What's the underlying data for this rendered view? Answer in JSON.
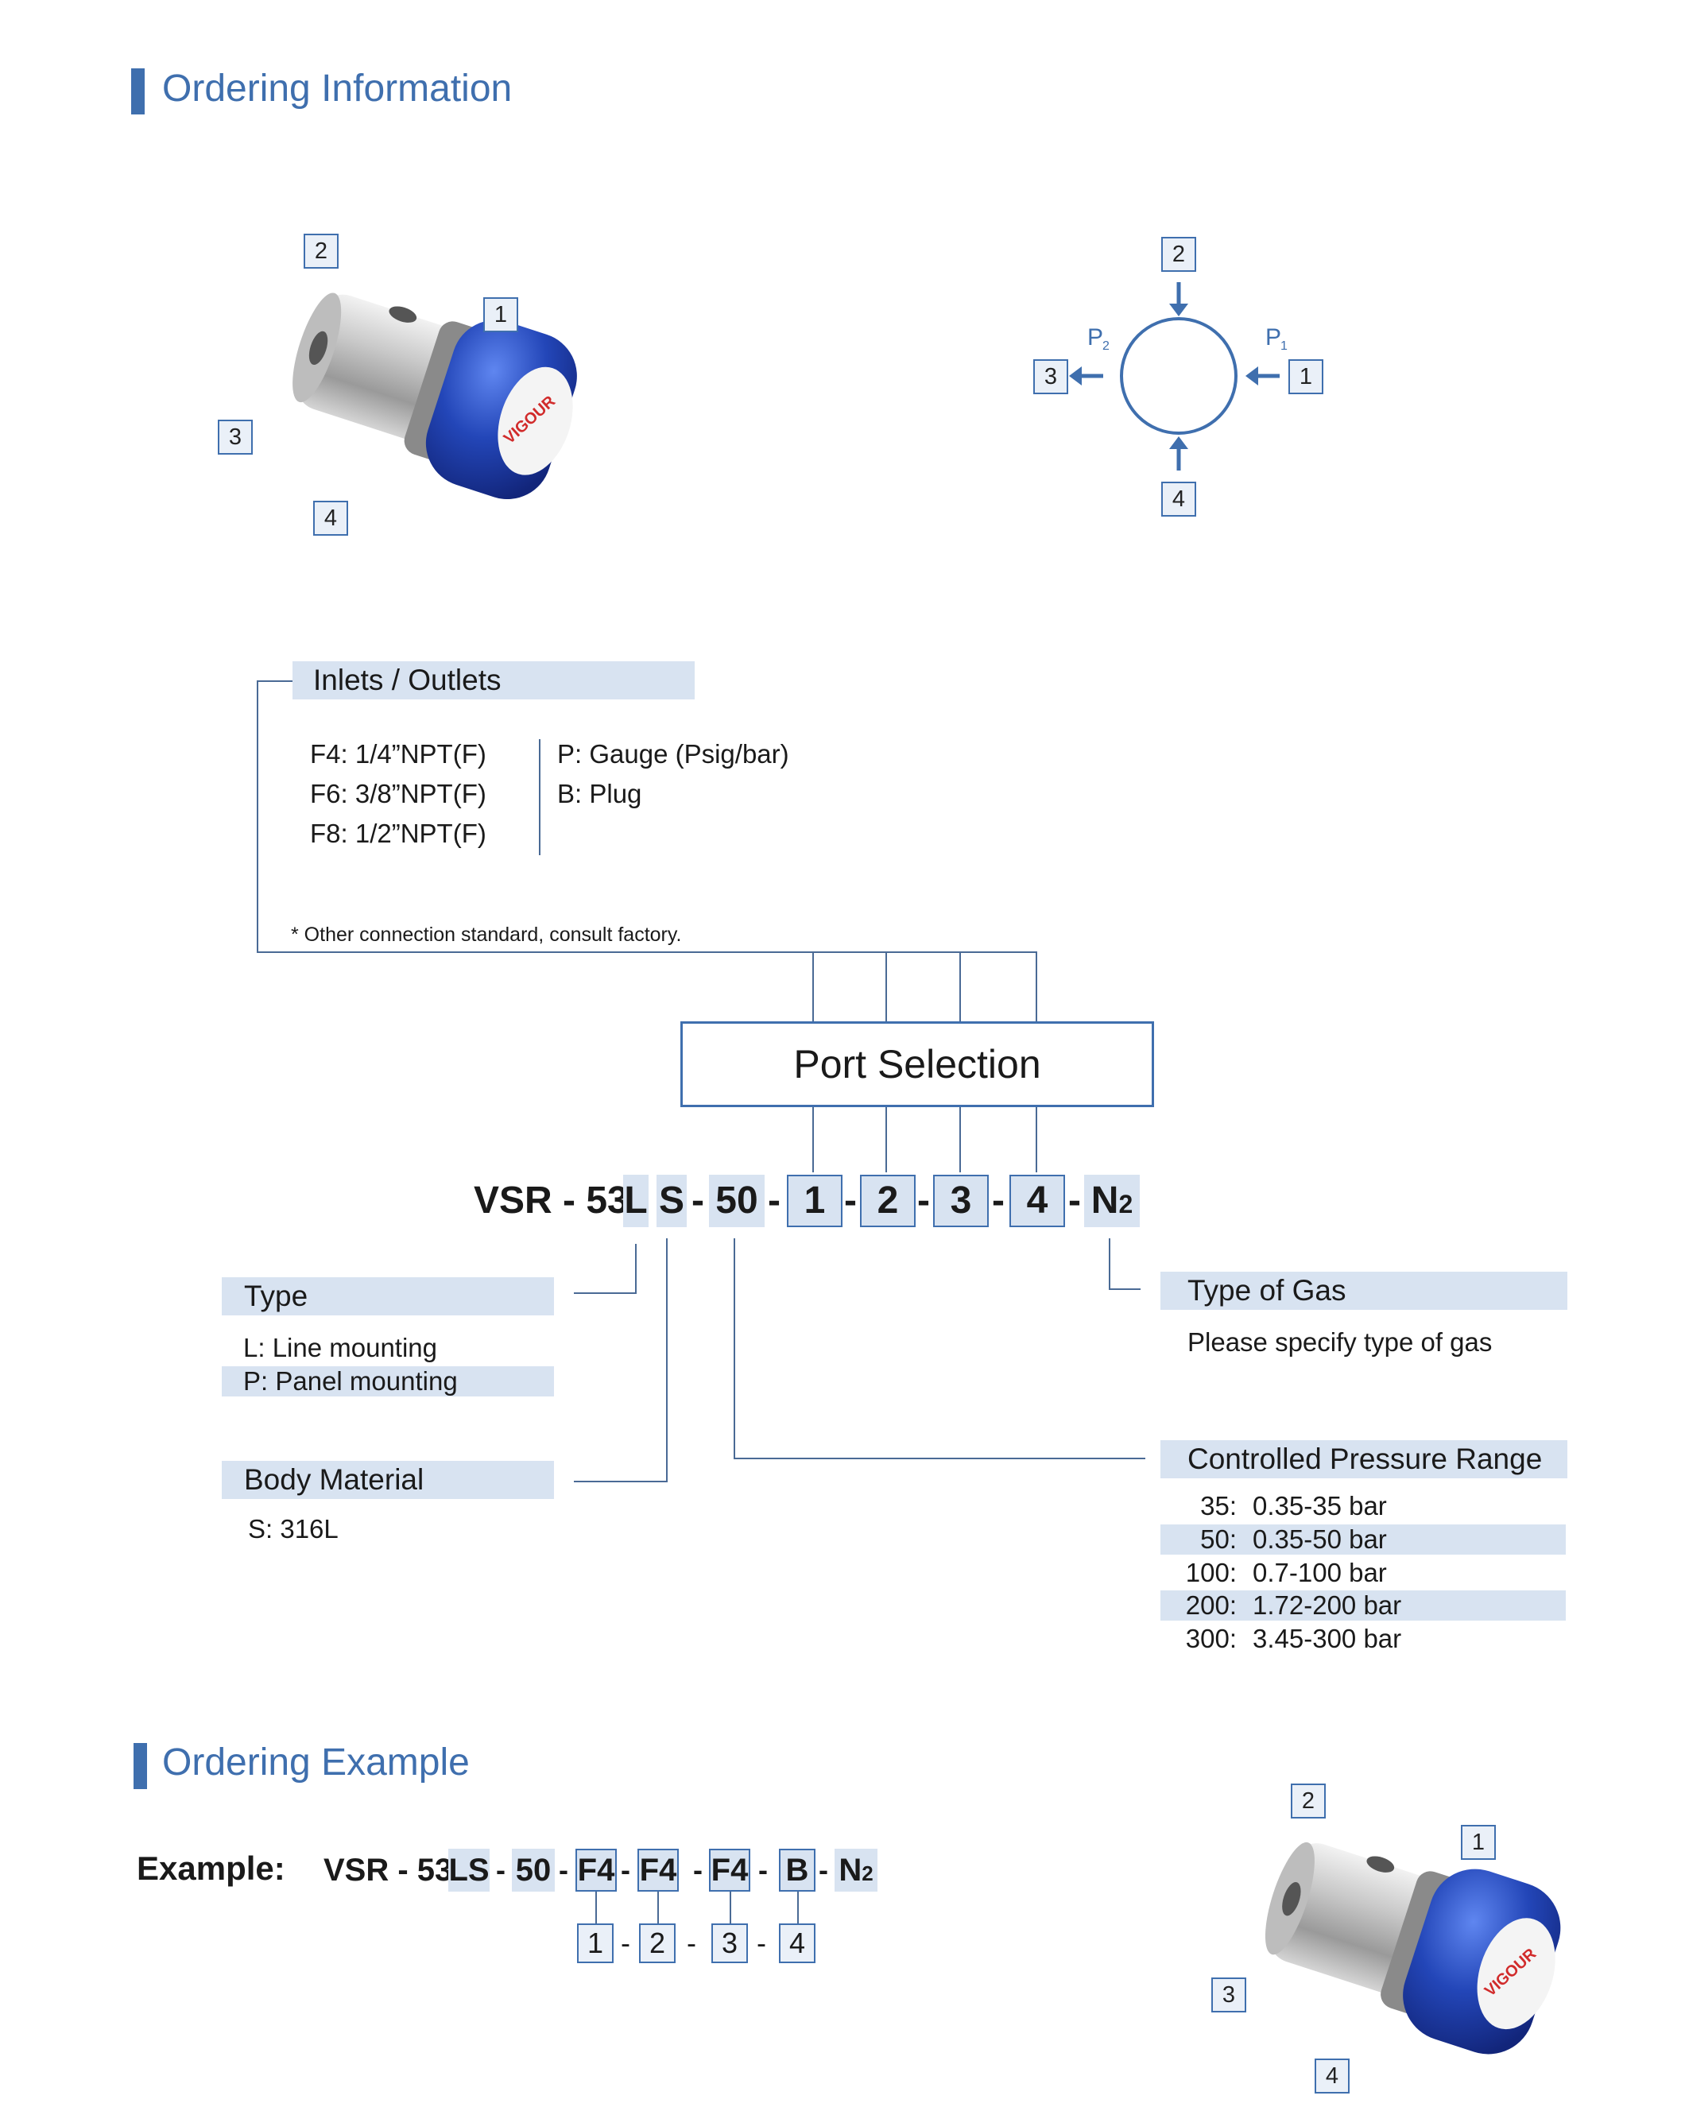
{
  "ordering_information": {
    "title": "Ordering Information"
  },
  "product_callouts": [
    "2",
    "1",
    "3",
    "4"
  ],
  "product_brand": "VIGOUR",
  "flow_diagram": {
    "top": "2",
    "right": "1",
    "left": "3",
    "bottom": "4",
    "p1_label": "P",
    "p1_sub": "1",
    "p2_label": "P",
    "p2_sub": "2"
  },
  "inlets_outlets": {
    "title": "Inlets / Outlets",
    "left_options": [
      "F4: 1/4”NPT(F)",
      "F6: 3/8”NPT(F)",
      "F8: 1/2”NPT(F)"
    ],
    "right_options": [
      "P: Gauge (Psig/bar)",
      "B: Plug"
    ],
    "note": "* Other connection standard, consult factory."
  },
  "port_selection": {
    "title": "Port Selection"
  },
  "model_code": {
    "prefix": "VSR - 53",
    "type": "L",
    "material": "S",
    "pressure": "50",
    "ports": [
      "1",
      "2",
      "3",
      "4"
    ],
    "gas": "N",
    "gas_sub": "2",
    "dash": "-"
  },
  "type": {
    "title": "Type",
    "options": [
      "L:  Line mounting",
      "P:  Panel mounting"
    ]
  },
  "body_material": {
    "title": "Body Material",
    "options": [
      "S: 316L"
    ]
  },
  "type_of_gas": {
    "title": "Type of Gas",
    "text": "Please specify type of gas"
  },
  "pressure_range": {
    "title": "Controlled Pressure Range",
    "rows": [
      {
        "code": "35:",
        "range": "0.35-35 bar"
      },
      {
        "code": "50:",
        "range": "0.35-50 bar"
      },
      {
        "code": "100:",
        "range": "0.7-100 bar"
      },
      {
        "code": "200:",
        "range": "1.72-200 bar"
      },
      {
        "code": "300:",
        "range": "3.45-300 bar"
      }
    ]
  },
  "ordering_example": {
    "title": "Ordering Example",
    "label": "Example:",
    "prefix": "VSR - 53",
    "type_material": "LS",
    "pressure": "50",
    "ports": [
      "F4",
      "F4",
      "F4",
      "B"
    ],
    "gas": "N",
    "gas_sub": "2",
    "port_numbers": [
      "1",
      "2",
      "3",
      "4"
    ]
  },
  "example_callouts": [
    "2",
    "1",
    "3",
    "4"
  ],
  "colors": {
    "accent": "#3f6fae",
    "highlight": "#d8e3f1",
    "knob": "#2346b8"
  }
}
